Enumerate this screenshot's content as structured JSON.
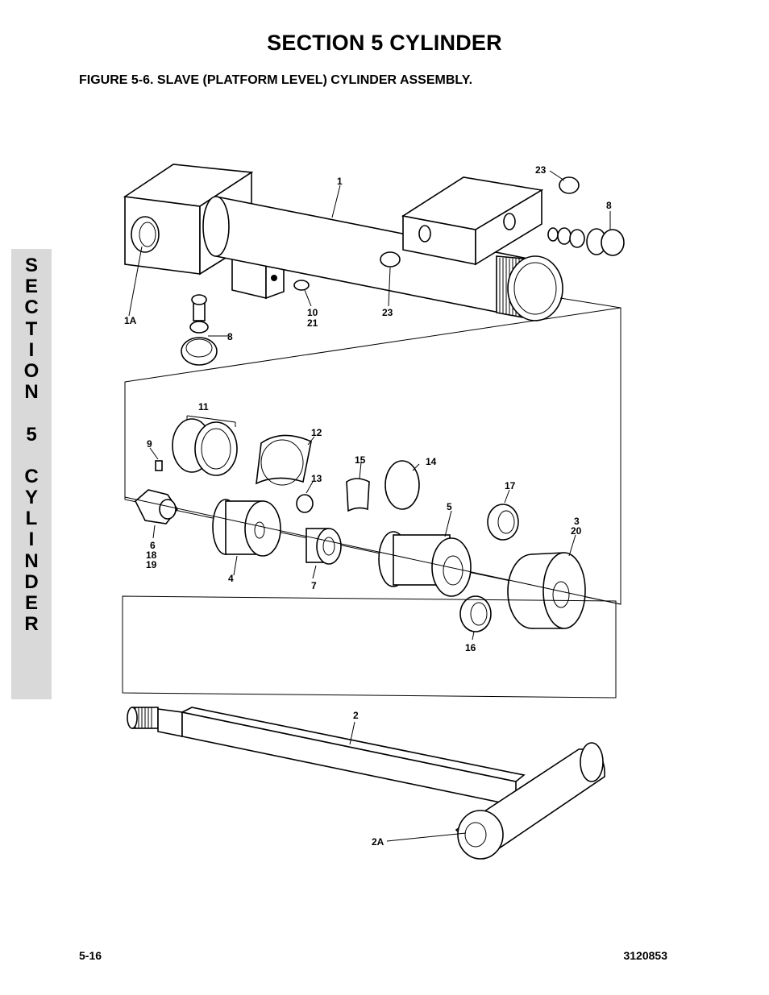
{
  "header": {
    "section_title": "SECTION 5  CYLINDER",
    "figure_title": "FIGURE 5-6.    SLAVE (PLATFORM LEVEL) CYLINDER ASSEMBLY."
  },
  "side_tab": {
    "letters": [
      "S",
      "E",
      "C",
      "T",
      "I",
      "O",
      "N",
      "",
      "5",
      "",
      "C",
      "Y",
      "L",
      "I",
      "N",
      "D",
      "E",
      "R"
    ]
  },
  "callouts": {
    "c1": "1",
    "c1a": "1A",
    "c2": "2",
    "c2a": "2A",
    "c3": "3",
    "c20": "20",
    "c4": "4",
    "c5": "5",
    "c6": "6",
    "c18": "18",
    "c19": "19",
    "c7": "7",
    "c8_top": "8",
    "c8_left": "8",
    "c9": "9",
    "c10": "10",
    "c21": "21",
    "c11": "11",
    "c12": "12",
    "c13": "13",
    "c14": "14",
    "c15": "15",
    "c16": "16",
    "c17": "17",
    "c23_top": "23",
    "c23_mid": "23"
  },
  "footer": {
    "page_number": "5-16",
    "document_number": "3120853"
  }
}
